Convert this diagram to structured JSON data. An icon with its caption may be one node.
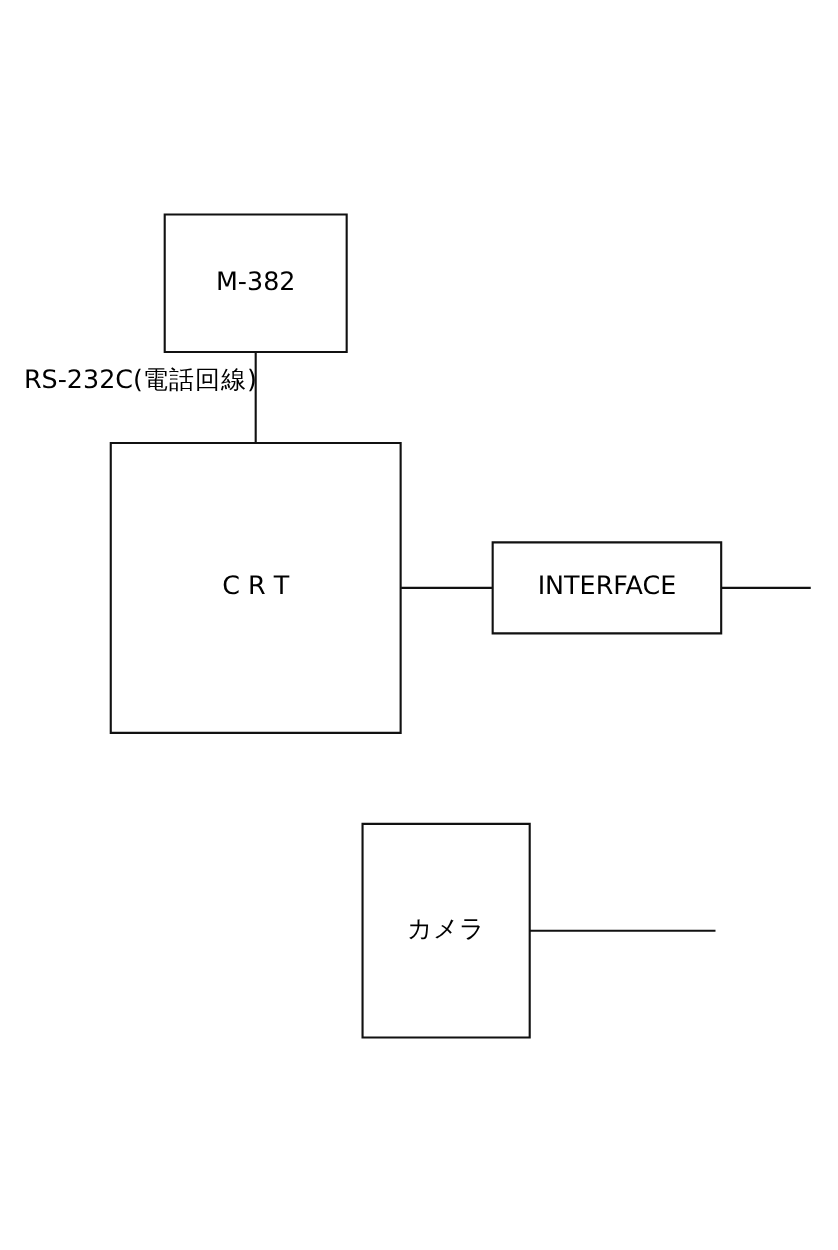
{
  "diagram": {
    "nodes": [
      {
        "text": [
          "M-382"
        ]
      },
      {
        "text": [
          "C R T"
        ]
      },
      {
        "text": [
          "INTERFACE"
        ]
      },
      {
        "text": [
          "カメラ"
        ]
      }
    ],
    "edges": [
      {
        "from": 0,
        "to": 1,
        "arrow": "none",
        "label": "RS-232C(電話回線)"
      },
      {
        "from": 1,
        "to": 2,
        "arrow": "none"
      },
      {
        "from": 2,
        "to": null,
        "arrow": "none"
      },
      {
        "from": 3,
        "to": null,
        "arrow": "none"
      }
    ]
  }
}
